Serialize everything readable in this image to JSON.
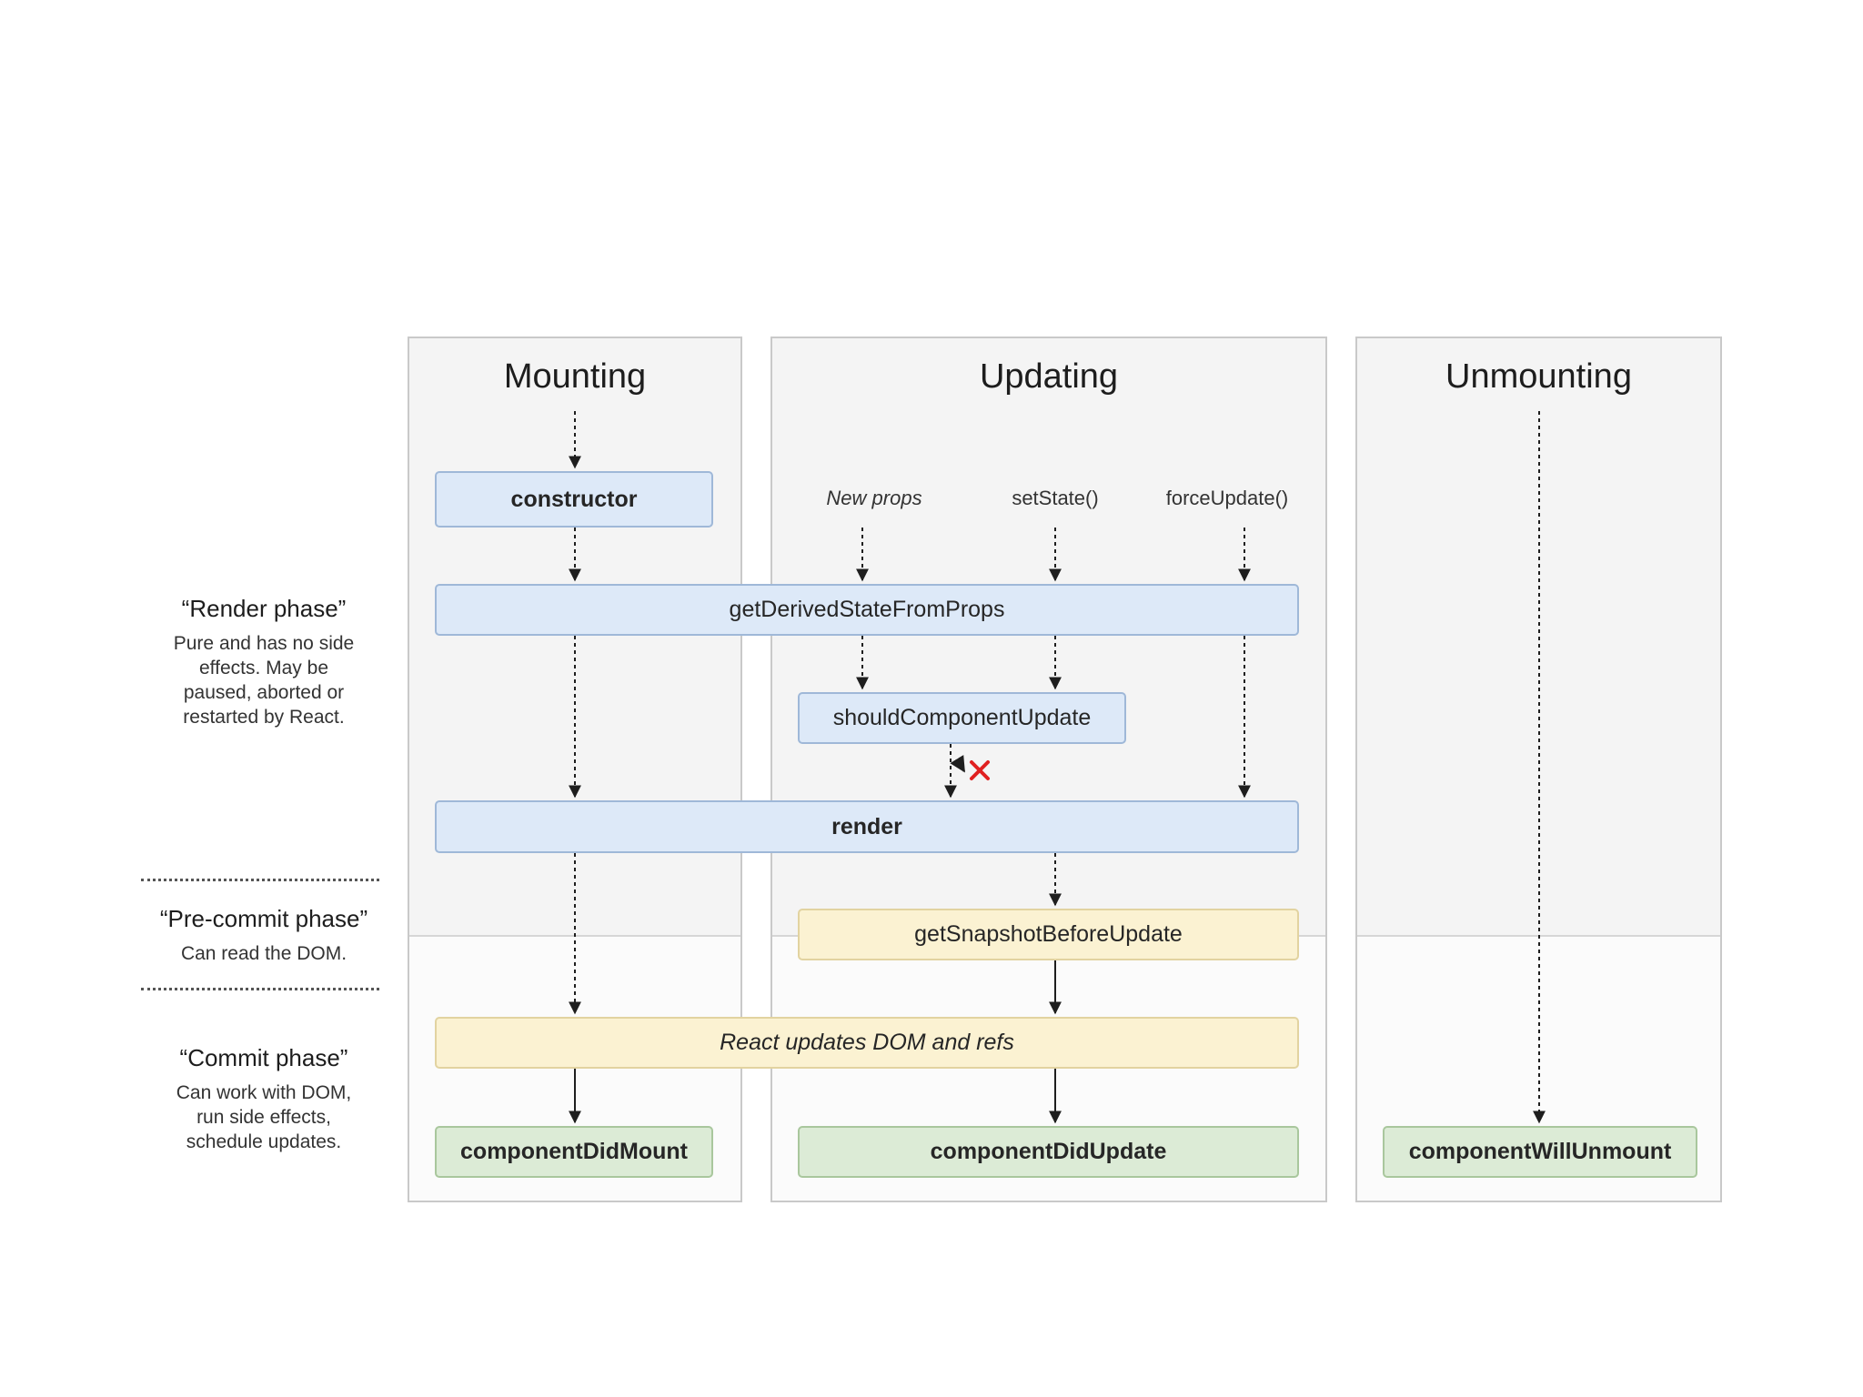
{
  "columns": {
    "mounting": "Mounting",
    "updating": "Updating",
    "unmounting": "Unmounting"
  },
  "triggers": {
    "new_props": "New props",
    "set_state": "setState()",
    "force_update": "forceUpdate()"
  },
  "nodes": {
    "constructor": "constructor",
    "get_derived_state_from_props": "getDerivedStateFromProps",
    "should_component_update": "shouldComponentUpdate",
    "render": "render",
    "get_snapshot_before_update": "getSnapshotBeforeUpdate",
    "react_updates_dom": "React updates DOM and refs",
    "component_did_mount": "componentDidMount",
    "component_did_update": "componentDidUpdate",
    "component_will_unmount": "componentWillUnmount"
  },
  "phases": {
    "render": {
      "title": "“Render phase”",
      "lines": [
        "Pure and has no side",
        "effects. May be",
        "paused, aborted or",
        "restarted by React."
      ]
    },
    "pre_commit": {
      "title": "“Pre-commit phase”",
      "lines": [
        "Can read the DOM."
      ]
    },
    "commit": {
      "title": "“Commit phase”",
      "lines": [
        "Can work with DOM,",
        "run side effects,",
        "schedule updates."
      ]
    }
  },
  "colors": {
    "render_phase_node": "#dde9f8",
    "commit_node": "#fbf2d2",
    "lifecycle_end_node": "#dcebd6",
    "cancel_mark": "#e02020"
  }
}
